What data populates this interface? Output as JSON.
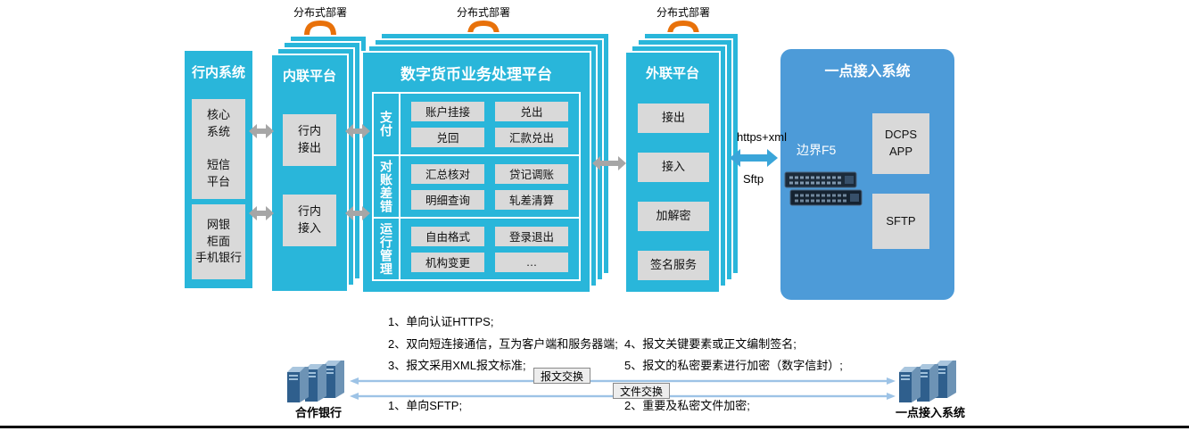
{
  "deploy_labels": [
    "分布式部署",
    "分布式部署",
    "分布式部署"
  ],
  "inbank": {
    "title": "行内系统",
    "box1": "核心\n系统\n\n短信\n平台",
    "box2": "网银\n柜面\n手机银行"
  },
  "internal_platform": {
    "title": "内联平台",
    "items": [
      "行内\n接出",
      "行内\n接入"
    ]
  },
  "dcep": {
    "title": "数字货币业务处理平台",
    "sections": [
      {
        "label": "支付",
        "items": [
          "账户挂接",
          "兑出",
          "兑回",
          "汇款兑出"
        ]
      },
      {
        "label": "对账差错",
        "items": [
          "汇总核对",
          "贷记调账",
          "明细查询",
          "轧差清算"
        ]
      },
      {
        "label": "运行管理",
        "items": [
          "自由格式",
          "登录退出",
          "机构变更",
          "…"
        ]
      }
    ]
  },
  "external_platform": {
    "title": "外联平台",
    "items": [
      "接出",
      "接入",
      "加解密",
      "签名服务"
    ]
  },
  "access_system": {
    "title": "一点接入系统",
    "f5_label": "边界F5",
    "boxes": [
      "DCPS\nAPP",
      "SFTP"
    ]
  },
  "link": {
    "top_label": "https+xml",
    "bottom_label": "Sftp"
  },
  "notes": {
    "msg_left": [
      "1、单向认证HTTPS;",
      "2、双向短连接通信，互为客户端和服务器端;",
      "3、报文采用XML报文标准;"
    ],
    "msg_right": [
      "4、报文关键要素或正文编制签名;",
      "5、报文的私密要素进行加密（数字信封）;"
    ],
    "file_left": "1、单向SFTP;",
    "file_right": "2、重要及私密文件加密;",
    "msg_exchange": "报文交换",
    "file_exchange": "文件交换"
  },
  "bottom": {
    "left_label": "合作银行",
    "right_label": "一点接入系统"
  },
  "icons": {
    "deploy_handle": "handle-arc-icon",
    "rack_servers": "network-switch-stack-icon",
    "tower_servers": "server-tower-group-icon",
    "double_arrow": "double-headed-arrow-icon"
  },
  "colors": {
    "cyan": "#29b6da",
    "blue_panel": "#4d9bd8",
    "gray_box": "#d9d9d9",
    "orange": "#e8710a",
    "arrow_gray": "#a6a6a6",
    "arrow_blue": "#3aa5d9",
    "arrow_light": "#9dc3e6"
  }
}
